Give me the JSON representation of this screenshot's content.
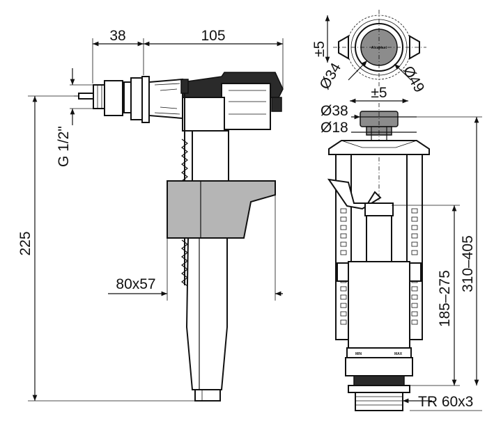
{
  "left_view": {
    "dim_width_inlet": "38",
    "dim_width_body": "105",
    "dim_thread": "G 1/2\"",
    "dim_height": "225",
    "dim_float": "80x57"
  },
  "top_view": {
    "dim_offset": "±5",
    "dim_inner": "Ø34",
    "dim_outer": "Ø49",
    "brand": "Alcaplast"
  },
  "right_view": {
    "dim_offset": "±5",
    "dim_button": "Ø38",
    "dim_stem": "Ø18",
    "dim_inner_range": "185–275",
    "dim_outer_range": "310–405",
    "dim_thread": "TR 60x3",
    "scale_min": "MIN",
    "scale_max": "MAX"
  }
}
